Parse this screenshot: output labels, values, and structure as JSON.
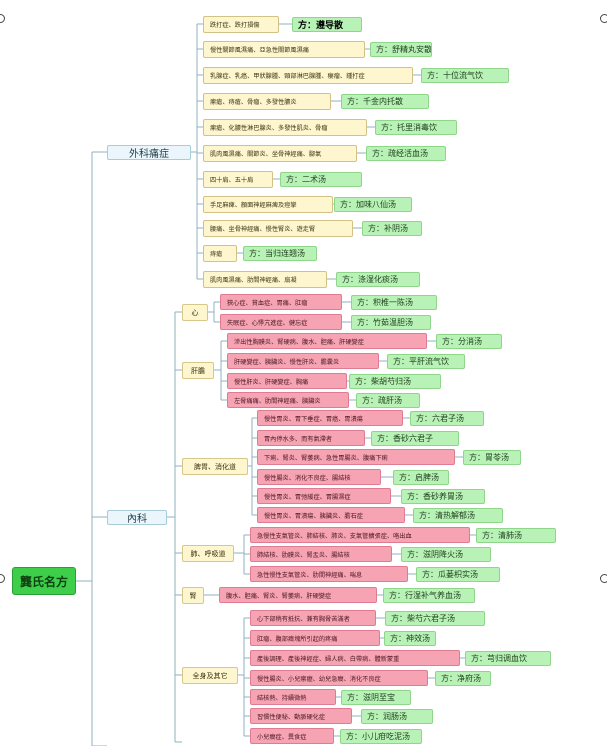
{
  "root": {
    "label": "龔氏名方"
  },
  "categories": [
    {
      "label": "外科痛症"
    },
    {
      "label": "內科"
    }
  ],
  "subgroups": [
    {
      "label": "心"
    },
    {
      "label": "肝膽"
    },
    {
      "label": "脾胃、消化道"
    },
    {
      "label": "肺、呼吸道"
    },
    {
      "label": "腎"
    },
    {
      "label": "全身及其它"
    }
  ],
  "items": [
    {
      "symptom": "跌打症、跌打損傷",
      "prescription": "方：遵导散",
      "bold": true
    },
    {
      "symptom": "慢性關節風濕痛、亞急性關節風濕痛",
      "prescription": "方：舒精丸安散"
    },
    {
      "symptom": "乳腺症、乳癌、甲狀腺腫、頸部淋巴腺腫、癭瘤、鍾打症",
      "prescription": "方：十位流气饮"
    },
    {
      "symptom": "瘰瘡、痔瘡、骨瘤、多發性膿炎",
      "prescription": "方：千金内托散"
    },
    {
      "symptom": "瘰瘡、化膿性淋巴腺炎、多發性肌炎、骨瘤",
      "prescription": "方：托里消毒饮"
    },
    {
      "symptom": "肌肉風濕痛、關節炎、坐骨神經痛、腳氣",
      "prescription": "方：疏经活血汤"
    },
    {
      "symptom": "四十肩、五十肩",
      "prescription": "方：二术汤"
    },
    {
      "symptom": "手足麻痺、顏面神經麻痺及痙攣",
      "prescription": "方：加味八仙汤"
    },
    {
      "symptom": "腰痛、坐骨神經痛、慢性腎炎、遊走腎",
      "prescription": "方：补阴汤"
    },
    {
      "symptom": "痔瘡",
      "prescription": "方：当归连翘汤"
    },
    {
      "symptom": "肌肉風濕痛、肋間神經痛、扇凝",
      "prescription": "方：涤湿化痰汤"
    },
    {
      "symptom": "狹心症、貧血症、胃痛、肛瘤",
      "prescription": "方：积椎一陈汤"
    },
    {
      "symptom": "失眠症、心悸亢進症、健忘症",
      "prescription": "方：竹茹温胆汤"
    },
    {
      "symptom": "滲出性胸膜炎、腎硬病、腹水、胆痛、肝硬變症",
      "prescription": "方：分消汤"
    },
    {
      "symptom": "肝硬變症、胰臟炎、慢性肝炎、膽囊炎",
      "prescription": "方：平肝流气饮"
    },
    {
      "symptom": "慢性肝炎、肝硬變症、胸痛",
      "prescription": "方：柴胡芍归汤"
    },
    {
      "symptom": "左脅痛痛、肋間神經痛、胰臟炎",
      "prescription": "方：疏肝汤"
    },
    {
      "symptom": "慢性胃炎、胃下垂症、胃癌、胃潰瘍",
      "prescription": "方：六君子汤"
    },
    {
      "symptom": "胃內停水多、而有氣滯者",
      "prescription": "方：香砂六君子"
    },
    {
      "symptom": "下痢、腎炎、腎萎病、急性胃腸炎、腹痛下痢",
      "prescription": "方：胃苓汤"
    },
    {
      "symptom": "慢性腸炎、消化不良症、腸結核",
      "prescription": "方：启脾汤"
    },
    {
      "symptom": "慢性胃炎、胃弛緩症、胃腸濕症",
      "prescription": "方：香砂养胃汤"
    },
    {
      "symptom": "慢性胃炎、胃潰瘍、胰臟炎、膽石症",
      "prescription": "方：清热解郁汤"
    },
    {
      "symptom": "急慢性支氣管炎、肺結核、肺炎、支氣管擴張症、咯出血",
      "prescription": "方：清肺汤"
    },
    {
      "symptom": "肺結核、肋膜炎、腎盂炎、腸結核",
      "prescription": "方：滋阴降火汤"
    },
    {
      "symptom": "急性慢性支氣管炎、肋間神經痛、喘息",
      "prescription": "方：瓜蒌枳实汤"
    },
    {
      "symptom": "腹水、胆痛、腎炎、腎萎病、肝硬變症",
      "prescription": "方：行湿补气养血汤"
    },
    {
      "symptom": "心下部稍有抵抗、兼有胸脅苦滿者",
      "prescription": "方：柴芍六君子汤"
    },
    {
      "symptom": "肛瘤、腹部癥塊所引起的疼痛",
      "prescription": "方：神效汤"
    },
    {
      "symptom": "產後調理、產後神經症、婦人病、白帶病、體新蒙重",
      "prescription": "方：芎归调血饮"
    },
    {
      "symptom": "慢性腸炎、小兒瘰癧、幼兒急癎、消化不良症",
      "prescription": "方：净府汤"
    },
    {
      "symptom": "結核熱、持續微熱",
      "prescription": "方：滋阴至宝"
    },
    {
      "symptom": "習慣性便秘、動脈硬化症",
      "prescription": "方：润肠汤"
    },
    {
      "symptom": "小兒癎症、異食症",
      "prescription": "方：小儿疳吃泥汤"
    }
  ]
}
